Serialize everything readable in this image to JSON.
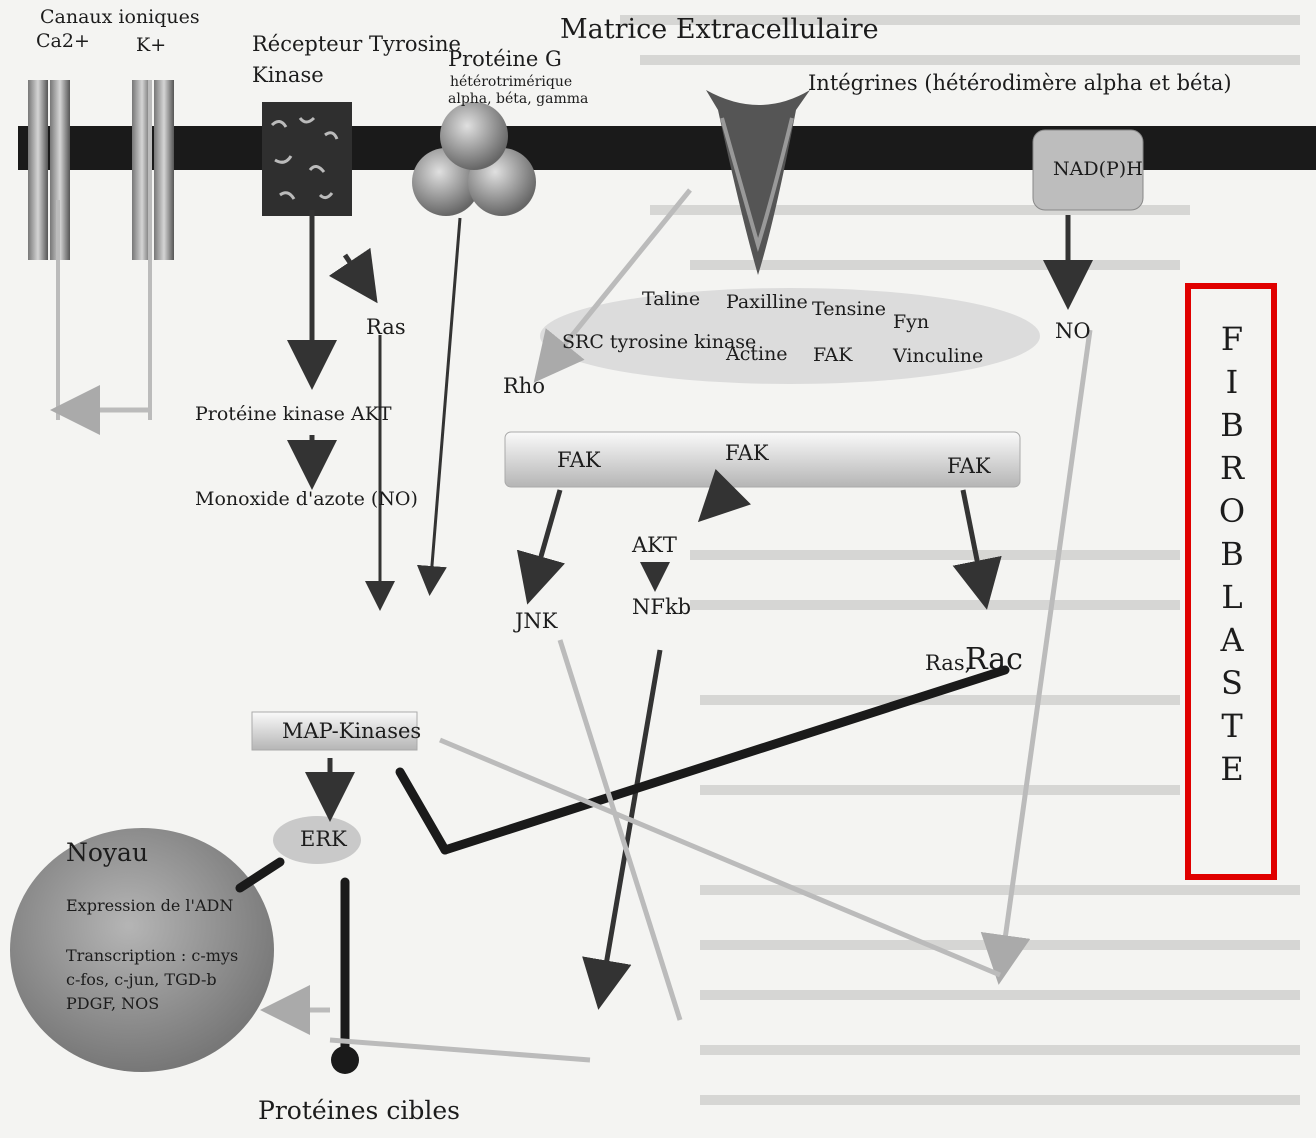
{
  "labels": {
    "canaux": "Canaux ioniques",
    "ca": "Ca2+",
    "k": "K+",
    "recepteur": "Récepteur Tyrosine",
    "kinase": "Kinase",
    "proteine_g": "Protéine G",
    "heterotrimerique": "hétérotrimérique",
    "alpha_beta": "alpha, béta, gamma",
    "matrice": "Matrice Extracellulaire",
    "integrines": "Intégrines (hétérodimère alpha et béta)",
    "nadph": "NAD(P)H",
    "no": "NO",
    "ras": "Ras",
    "taline": "Taline",
    "paxilline": "Paxilline",
    "tensine": "Tensine",
    "fyn": "Fyn",
    "src": "SRC tyrosine kinase",
    "actine": "Actine",
    "fak_small": "FAK",
    "vinculine": "Vinculine",
    "rho": "Rho",
    "akt_kinase": "Protéine kinase AKT",
    "monoxide": "Monoxide d'azote (NO)",
    "fak1": "FAK",
    "fak2": "FAK",
    "fak3": "FAK",
    "akt": "AKT",
    "nfkb": "NFkb",
    "jnk": "JNK",
    "ras_rac_1": "Ras,",
    "ras_rac_2": "Rac",
    "map": "MAP-Kinases",
    "erk": "ERK",
    "noyau": "Noyau",
    "expression": "Expression de l'ADN",
    "transcription": "Transcription : c-mys",
    "cfos": "c-fos, c-jun, TGD-b",
    "pdgf": "PDGF, NOS",
    "proteines_cibles": "Protéines cibles"
  },
  "fibroblaste": [
    "F",
    "I",
    "B",
    "R",
    "O",
    "B",
    "L",
    "A",
    "S",
    "T",
    "E"
  ],
  "colors": {
    "highlight": "#e00000",
    "membrane": "#1a1a1a"
  }
}
